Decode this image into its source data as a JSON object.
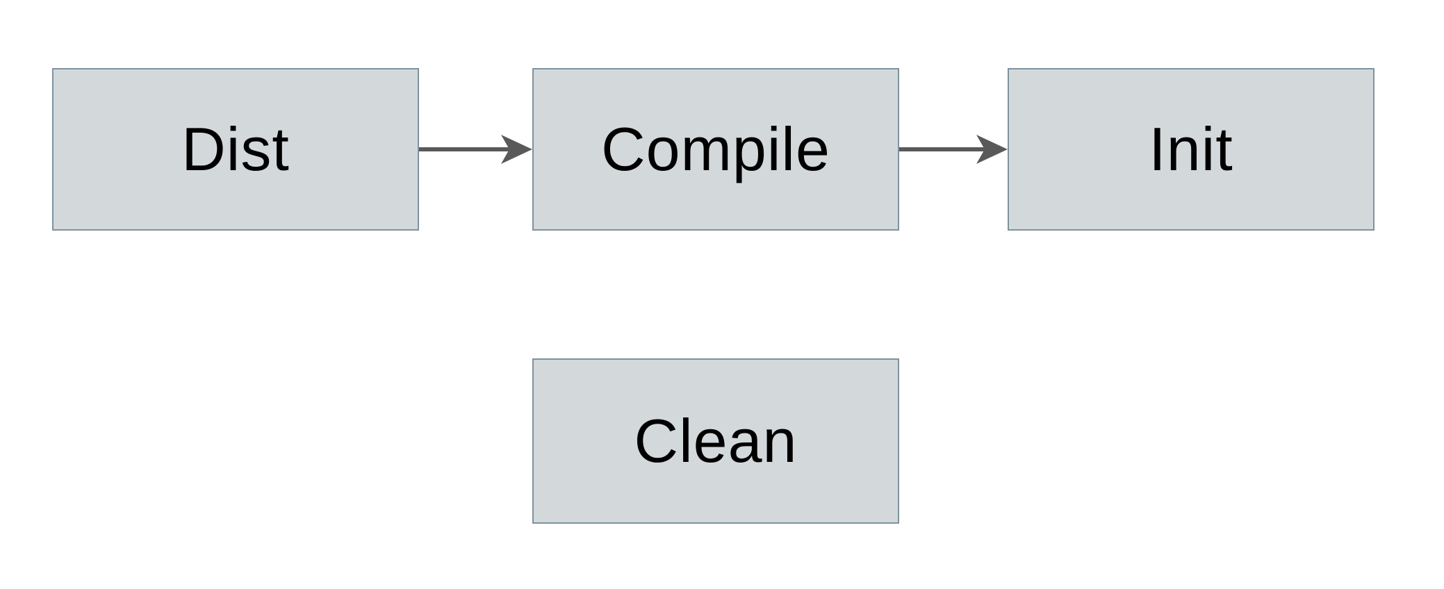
{
  "diagram": {
    "title": "build-tasks-flowchart",
    "background_color": "#ffffff",
    "node_fill_color": "#d3d9db",
    "node_border_color": "#7e929e",
    "arrow_color": "#595959",
    "text_color": "#000000",
    "nodes": [
      {
        "id": "dist",
        "label": "Dist"
      },
      {
        "id": "compile",
        "label": "Compile"
      },
      {
        "id": "init",
        "label": "Init"
      },
      {
        "id": "clean",
        "label": "Clean"
      }
    ],
    "edges": [
      {
        "from": "dist",
        "to": "compile",
        "style": "solid-arrow"
      },
      {
        "from": "compile",
        "to": "init",
        "style": "solid-arrow"
      }
    ]
  }
}
